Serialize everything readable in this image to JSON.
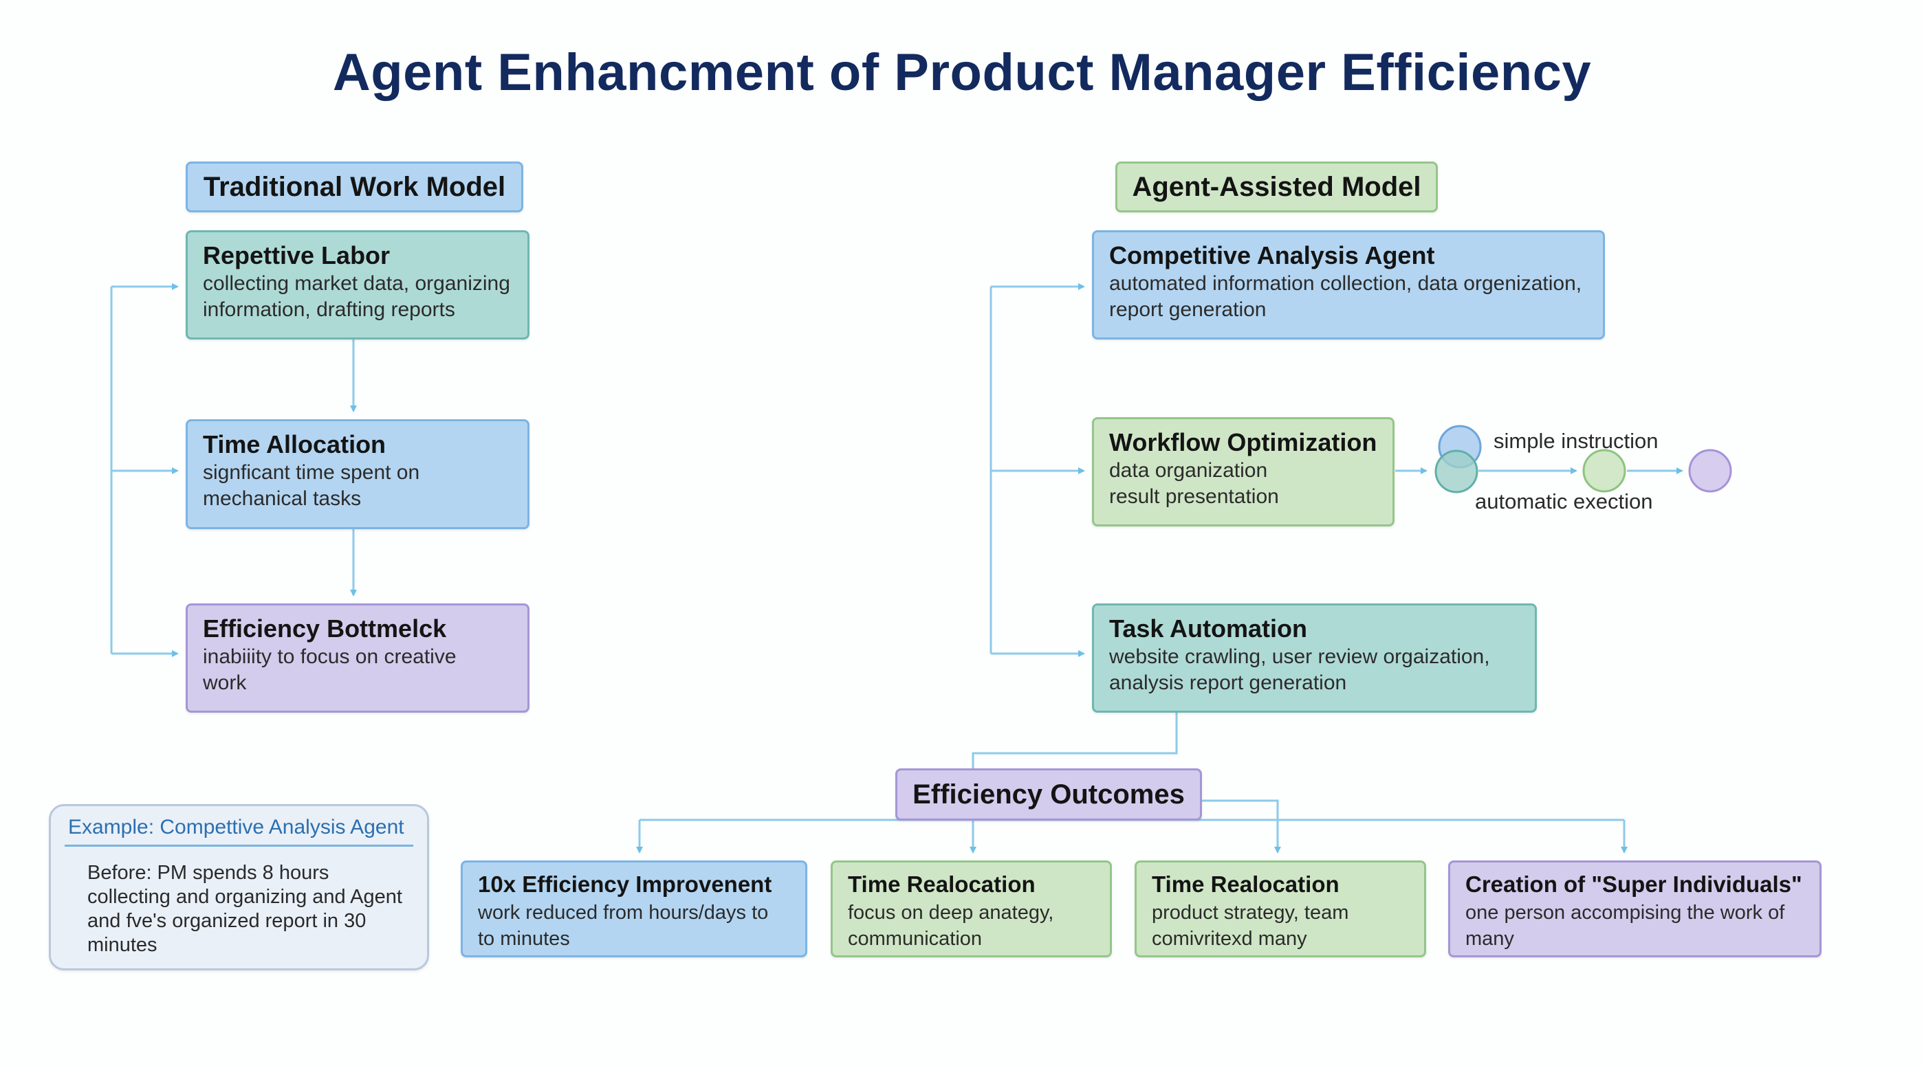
{
  "title": "Agent Enhancment of Product Manager Efficiency",
  "colors": {
    "title": "#132a5e",
    "connector": "#6fbfe6",
    "blue_fill": "#b3d5f1",
    "teal_fill": "#aedad6",
    "purple_fill": "#d3ccec",
    "green_fill": "#cfe6c6",
    "example_heading": "#2c6fb0"
  },
  "traditional": {
    "header": "Traditional Work Model",
    "nodes": [
      {
        "title": "Repettive Labor",
        "desc": "collecting market data, organizing information, drafting reports"
      },
      {
        "title": "Time Allocation",
        "desc": "signficant time spent on mechanical tasks"
      },
      {
        "title": "Efficiency Bottmelck",
        "desc": "inabiiity to focus on creative work"
      }
    ]
  },
  "agent": {
    "header": "Agent-Assisted Model",
    "nodes": [
      {
        "title": "Competitive Analysis Agent",
        "desc": "automated information collection, data orgenization, report generation"
      },
      {
        "title": "Workflow Optimization",
        "desc_lines": [
          "data organization",
          "result presentation"
        ]
      },
      {
        "title": "Task Automation",
        "desc": "website crawling, user review orgaization, analysis report generation"
      }
    ],
    "workflow_labels": {
      "top": "simple instruction",
      "bottom": "automatic exection"
    }
  },
  "outcomes": {
    "header": "Efficiency Outcomes",
    "items": [
      {
        "title": "10x Efficiency Improvenent",
        "desc": "work reduced from hours/days to to minutes"
      },
      {
        "title": "Time Realocation",
        "desc": "focus on deep anategy, communication"
      },
      {
        "title": "Time Realocation",
        "desc": "product strategy, team comivritexd many"
      },
      {
        "title": "Creation of \"Super Individuals\"",
        "desc": "one person accompising the work of many"
      }
    ]
  },
  "example": {
    "heading": "Example: Compettive Analysis Agent",
    "body": "Before: PM spends 8 hours collecting and organizing and Agent and fve's organized report in 30 minutes"
  }
}
